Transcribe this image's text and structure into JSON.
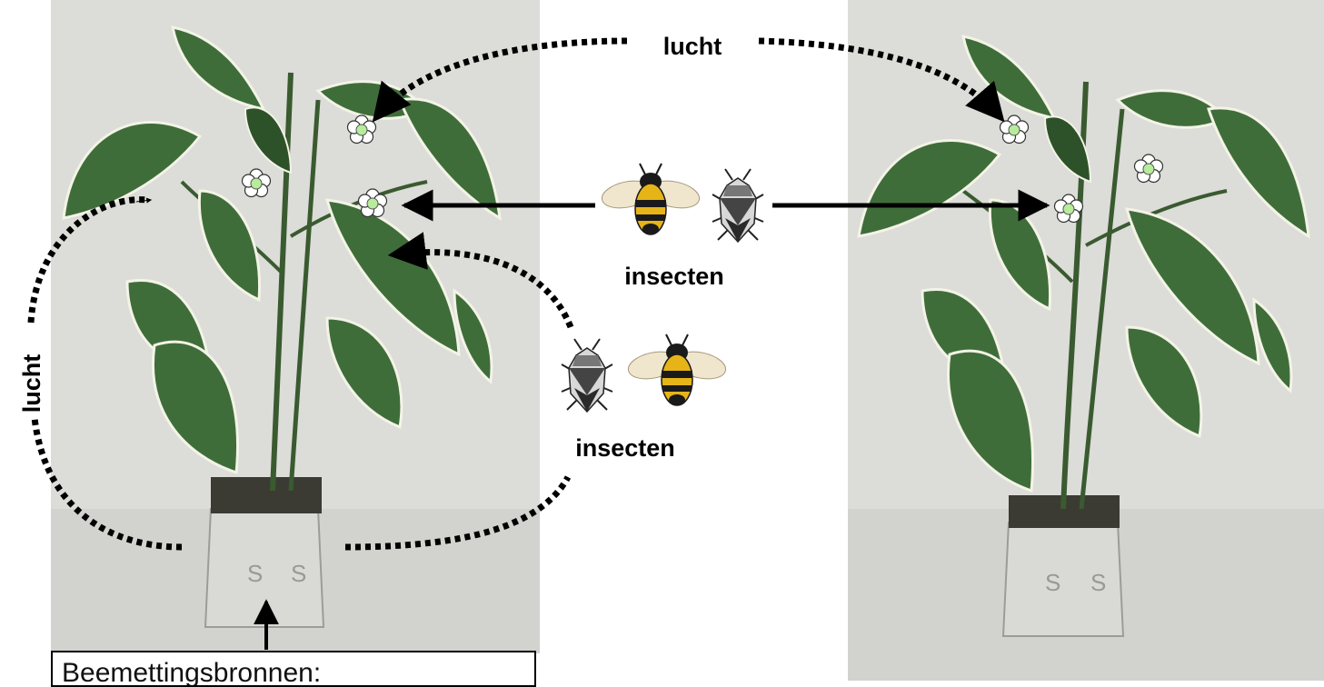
{
  "labels": {
    "lucht_top": "lucht",
    "lucht_left": "lucht",
    "insecten_upper": "insecten",
    "insecten_lower": "insecten",
    "box_text": "Beemettingsbronnen:"
  },
  "colors": {
    "leaf": "#3f6d3a",
    "leaf_dark": "#2d5229",
    "stem": "#3a5a30",
    "pot": "#d9d9d6",
    "soil": "#3b3b34",
    "photo_bg": "#dcdcd8",
    "flower_petal": "#ffffff",
    "flower_center": "#b6ec9a",
    "bee_yellow": "#e7b418",
    "bee_black": "#1a1a1a",
    "bug_gray": "#6e6e6e"
  },
  "icons": [
    "flower-icon",
    "bumblebee-icon",
    "shield-bug-icon"
  ]
}
